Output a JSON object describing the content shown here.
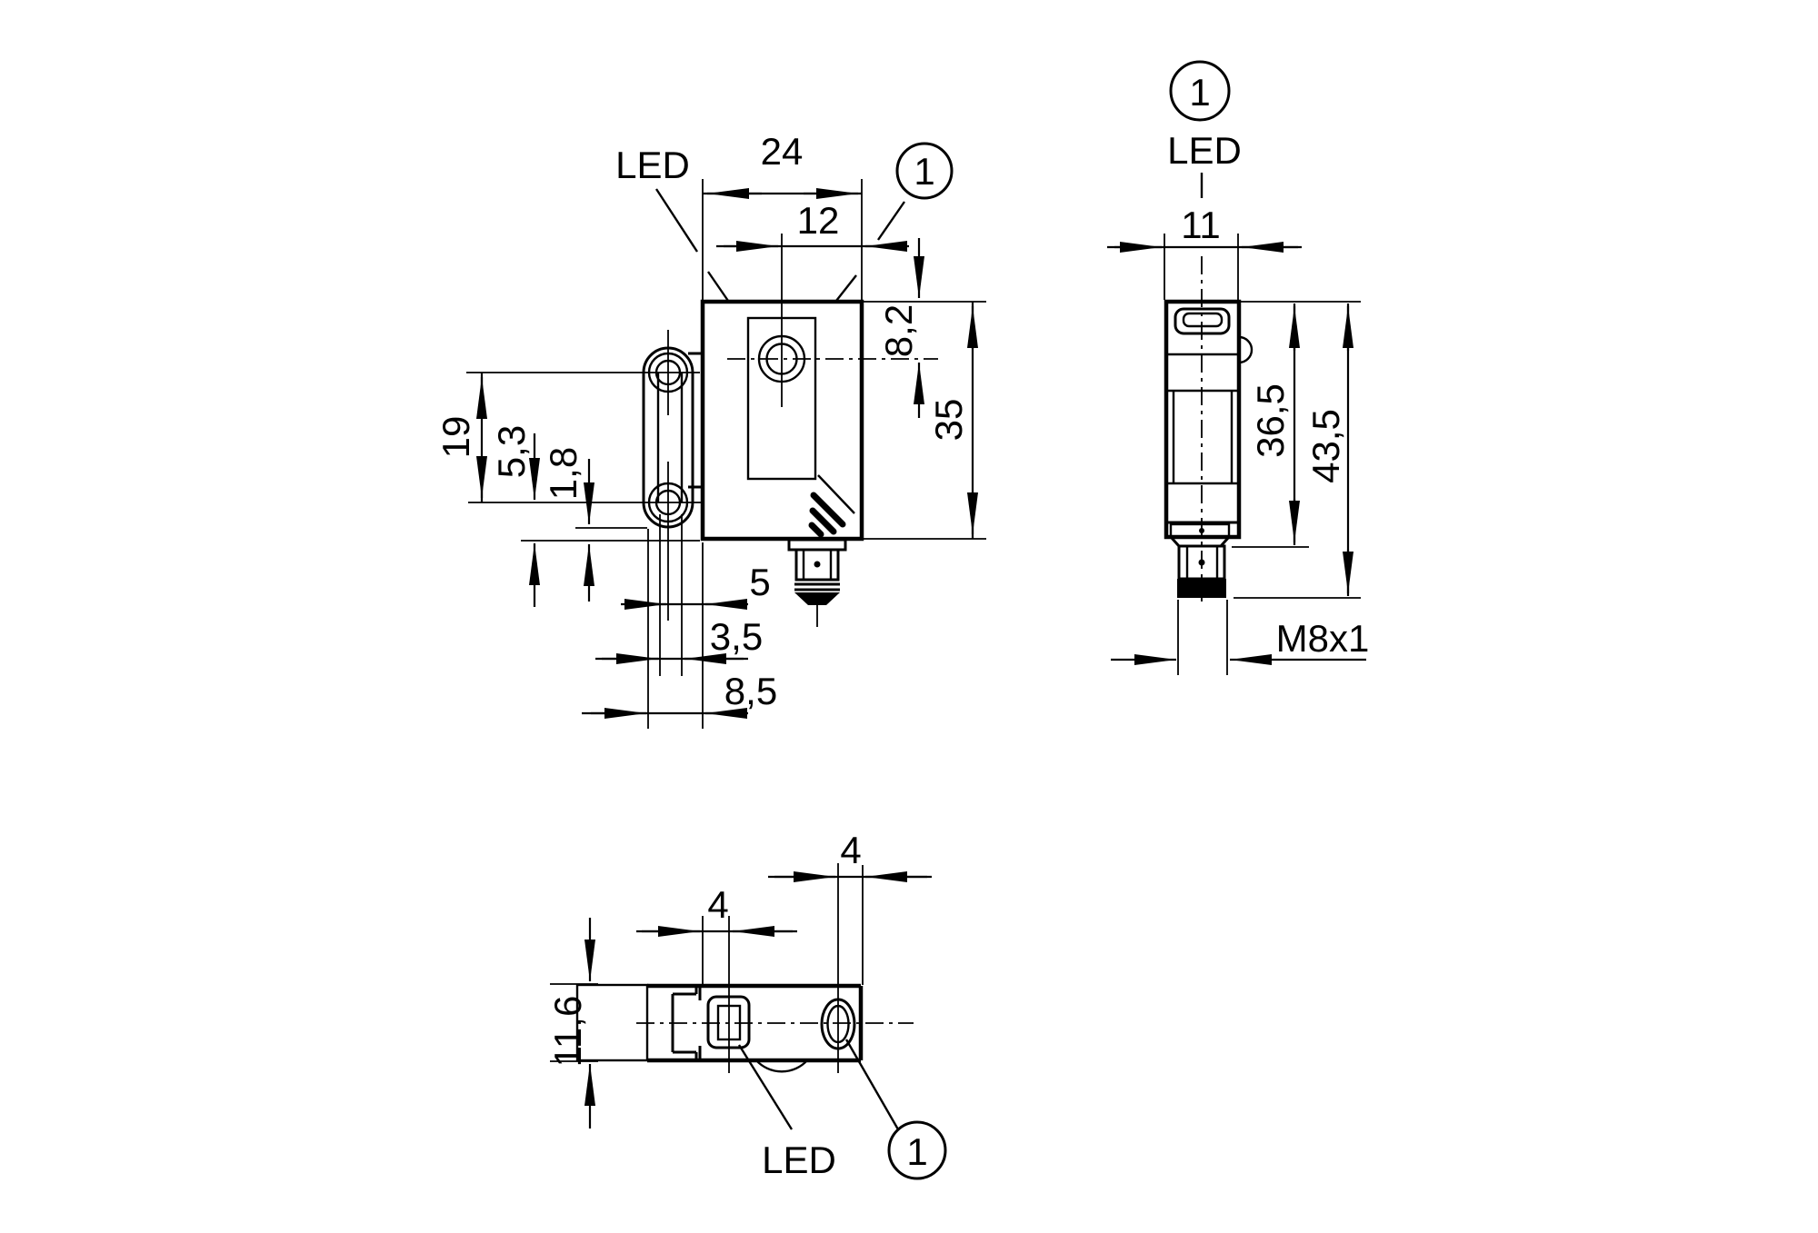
{
  "drawing": {
    "kind": "technical dimensional drawing",
    "colors": {
      "background": "#ffffff",
      "line": "#000000"
    },
    "front": {
      "led_label": "LED",
      "callout": "1",
      "dims": {
        "body_width": "24",
        "lens_axis_x": "12",
        "lens_axis_y": "8,2",
        "body_height": "35",
        "hole_spacing": "19",
        "hole_to_bottom": "5,3",
        "bracket_to_bottom": "1,8",
        "hole_axis_to_face": "5",
        "slot_width": "3,5",
        "bracket_width": "8,5"
      }
    },
    "side": {
      "callout": "1",
      "led_label": "LED",
      "dims": {
        "body_depth": "11",
        "body_length": "36,5",
        "total_length": "43,5",
        "thread": "M8x1"
      }
    },
    "top": {
      "led_label": "LED",
      "callout": "1",
      "dims": {
        "led_offset": "4",
        "lens_offset": "4",
        "body_depth": "11,6"
      }
    }
  }
}
